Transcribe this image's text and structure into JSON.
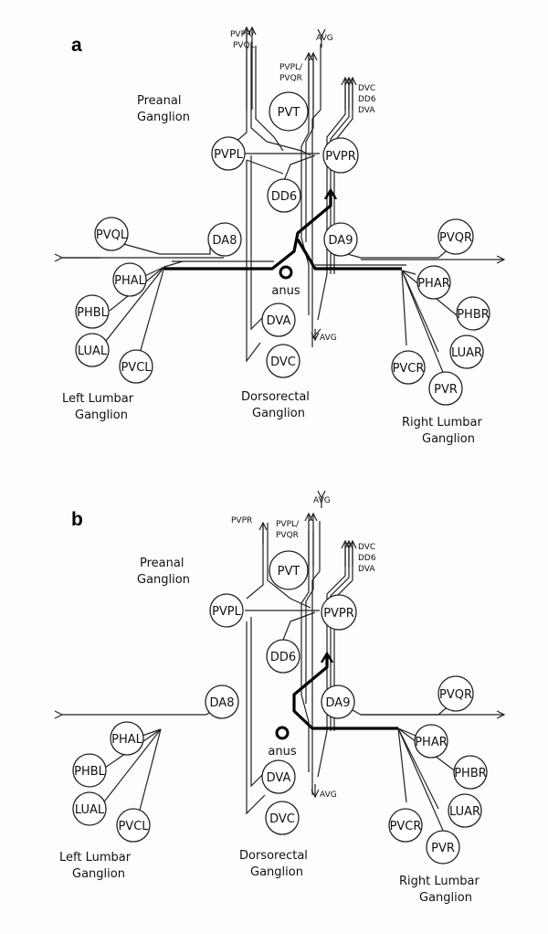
{
  "panels": [
    {
      "label": "a",
      "ganglia": {
        "preanal": [
          "Preanal",
          "Ganglion"
        ],
        "left": [
          "Left Lumbar",
          "Ganglion"
        ],
        "dorso": [
          "Dorsorectal",
          "Ganglion"
        ],
        "right": [
          "Right Lumbar",
          "Ganglion"
        ]
      },
      "anus": "anus",
      "top_labels": {
        "pvpr_pvql": [
          "PVPR/",
          "PVQL"
        ],
        "avg": "AVG",
        "pvpl_pvqr": [
          "PVPL/",
          "PVQR"
        ],
        "dvc_dd6_dva": [
          "DVC",
          "DD6",
          "DVA"
        ],
        "avg_bottom": "AVG"
      },
      "neurons": {
        "PVT": "PVT",
        "PVPL": "PVPL",
        "PVPR": "PVPR",
        "DD6": "DD6",
        "DA8": "DA8",
        "DA9": "DA9",
        "PVQL": "PVQL",
        "PVQR": "PVQR",
        "PHAL": "PHAL",
        "PHBL": "PHBL",
        "LUAL": "LUAL",
        "PVCL": "PVCL",
        "DVA": "DVA",
        "DVC": "DVC",
        "PHAR": "PHAR",
        "PHBR": "PHBR",
        "LUAR": "LUAR",
        "PVCR": "PVCR",
        "PVR": "PVR"
      }
    },
    {
      "label": "b",
      "ganglia": {
        "preanal": [
          "Preanal",
          "Ganglion"
        ],
        "left": [
          "Left Lumbar",
          "Ganglion"
        ],
        "dorso": [
          "Dorsorectal",
          "Ganglion"
        ],
        "right": [
          "Right Lumbar",
          "Ganglion"
        ]
      },
      "anus": "anus",
      "top_labels": {
        "pvpr": "PVPR",
        "avg": "AVG",
        "pvpl_pvqr": [
          "PVPL/",
          "PVQR"
        ],
        "dvc_dd6_dva": [
          "DVC",
          "DD6",
          "DVA"
        ],
        "avg_bottom": "AVG"
      },
      "neurons": {
        "PVT": "PVT",
        "PVPL": "PVPL",
        "PVPR": "PVPR",
        "DD6": "DD6",
        "DA8": "DA8",
        "DA9": "DA9",
        "PVQR": "PVQR",
        "PHAL": "PHAL",
        "PHBL": "PHBL",
        "LUAL": "LUAL",
        "PVCL": "PVCL",
        "DVA": "DVA",
        "DVC": "DVC",
        "PHAR": "PHAR",
        "PHBR": "PHBR",
        "LUAR": "LUAR",
        "PVCR": "PVCR",
        "PVR": "PVR"
      }
    }
  ]
}
